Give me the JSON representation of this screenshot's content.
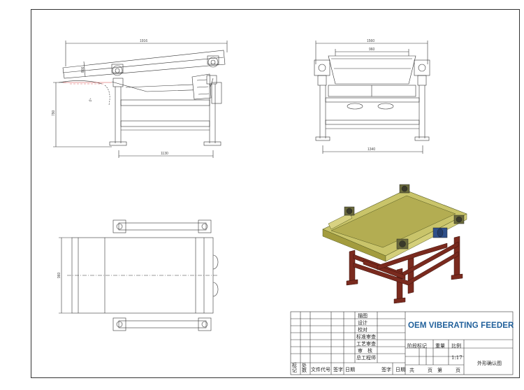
{
  "drawing": {
    "dims": {
      "side_length": "1916",
      "side_base": "1130",
      "side_height": "790",
      "side_incline_a": "800",
      "side_angle": "5°",
      "front_width": "1560",
      "front_inner": "960",
      "front_base": "1340",
      "plan_width": "960"
    }
  },
  "title_block": {
    "brand_title": "OEM VIBERATING FEEDER",
    "sign_rows": [
      "描图",
      "设计",
      "校对",
      "标准审查",
      "工艺审查",
      "审　核",
      "总工程师"
    ],
    "footer_cols": [
      "标记",
      "处数",
      "文件代号",
      "签字",
      "日期"
    ],
    "footer_cols_2": [
      "签字",
      "日期"
    ],
    "stage_label": "阶段标记",
    "weight_label": "重量",
    "scale_label": "比例",
    "scale_value": "1:17",
    "total_label": "共",
    "sheet_label": "页",
    "no_label": "第",
    "sheet_label_2": "页",
    "drawing_name": "外形确认图"
  }
}
